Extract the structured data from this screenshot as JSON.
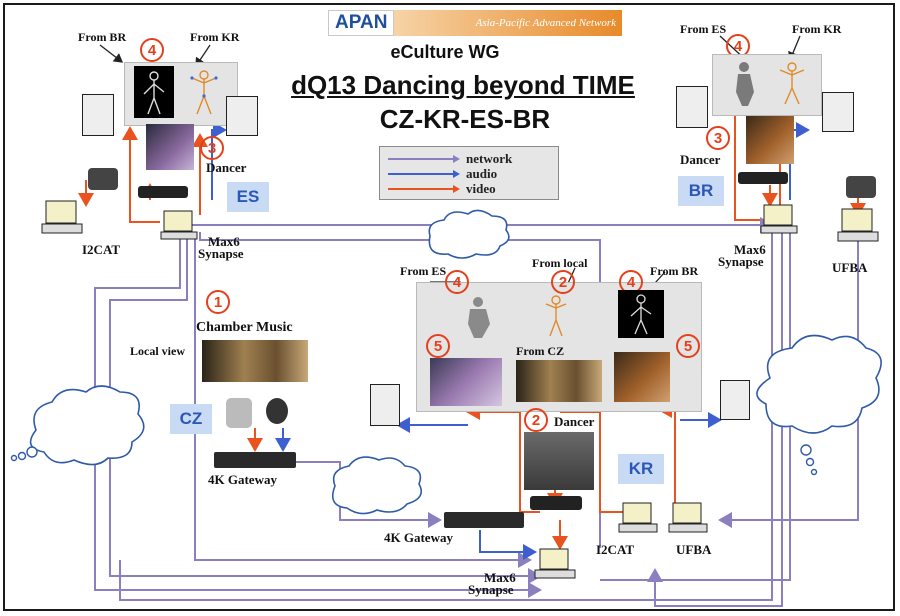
{
  "header": {
    "logo_name": "APAN",
    "logo_tagline": "Asia-Pacific Advanced Network",
    "group": "eCulture WG",
    "title": "dQ13 Dancing beyond TIME",
    "subtitle": "CZ-KR-ES-BR"
  },
  "legend": {
    "items": [
      {
        "label": "network",
        "color": "#8b7fc0"
      },
      {
        "label": "audio",
        "color": "#3e5fcf"
      },
      {
        "label": "video",
        "color": "#e8531f"
      }
    ]
  },
  "sites": {
    "es": {
      "tag": "ES",
      "from_br": "From BR",
      "from_kr": "From KR",
      "num_top": "4",
      "num_dancer": "3",
      "dancer": "Dancer",
      "node": "Max6",
      "node2": "Synapse",
      "partner": "I2CAT"
    },
    "br": {
      "tag": "BR",
      "from_es": "From ES",
      "from_kr": "From KR",
      "num_top": "4",
      "num_dancer": "3",
      "dancer": "Dancer",
      "node": "Max6",
      "node2": "Synapse",
      "partner": "UFBA"
    },
    "cz": {
      "tag": "CZ",
      "num": "1",
      "title": "Chamber Music",
      "local_view": "Local view",
      "gateway": "4K Gateway"
    },
    "kr": {
      "tag": "KR",
      "from_es": "From ES",
      "from_local": "From local",
      "from_br": "From BR",
      "from_cz": "From CZ",
      "num_es": "4",
      "num_local": "2",
      "num_br": "4",
      "num_left": "5",
      "num_right": "5",
      "num_dancer": "2",
      "dancer": "Dancer",
      "gateway": "4K Gateway",
      "i2cat": "I2CAT",
      "ufba": "UFBA",
      "node": "Max6",
      "node2": "Synapse"
    }
  },
  "colors": {
    "network": "#8b7fc0",
    "audio": "#3e5fcf",
    "video": "#e8531f",
    "accent": "#e5401b",
    "tag_bg": "#c8daf4"
  }
}
